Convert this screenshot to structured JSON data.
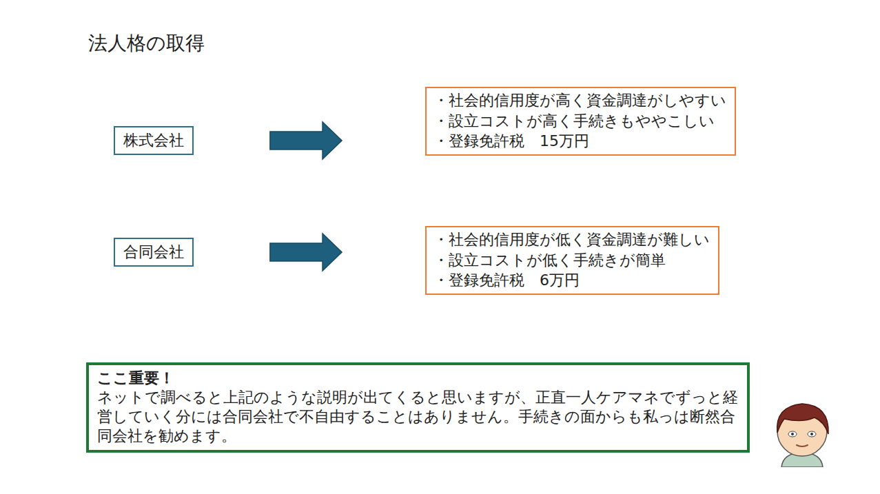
{
  "diagram": {
    "title": "法人格の取得",
    "nodes": [
      {
        "text": [
          "株式会社"
        ]
      },
      {
        "text": [
          "・社会的信用度が高く資金調達がしやすい",
          "・設立コストが高く手続きもややこしい",
          "・登録免許税　15万円"
        ]
      },
      {
        "text": [
          "合同会社"
        ]
      },
      {
        "text": [
          "・社会的信用度が低く資金調達が難しい",
          "・設立コストが低く手続きが簡単",
          "・登録免許税　6万円"
        ]
      },
      {
        "text": [
          "ここ重要！",
          "ネットで調べると上記のような説明が出てくると思いますが、正直一人ケアマネでずっと経営していく分には合同会社で不自由することはありません。手続きの面からも私っは断然合同会社を勧めます。"
        ]
      }
    ],
    "edges": [
      {
        "from": 0,
        "to": 1,
        "arrow": "to"
      },
      {
        "from": 2,
        "to": 3,
        "arrow": "to"
      }
    ]
  }
}
